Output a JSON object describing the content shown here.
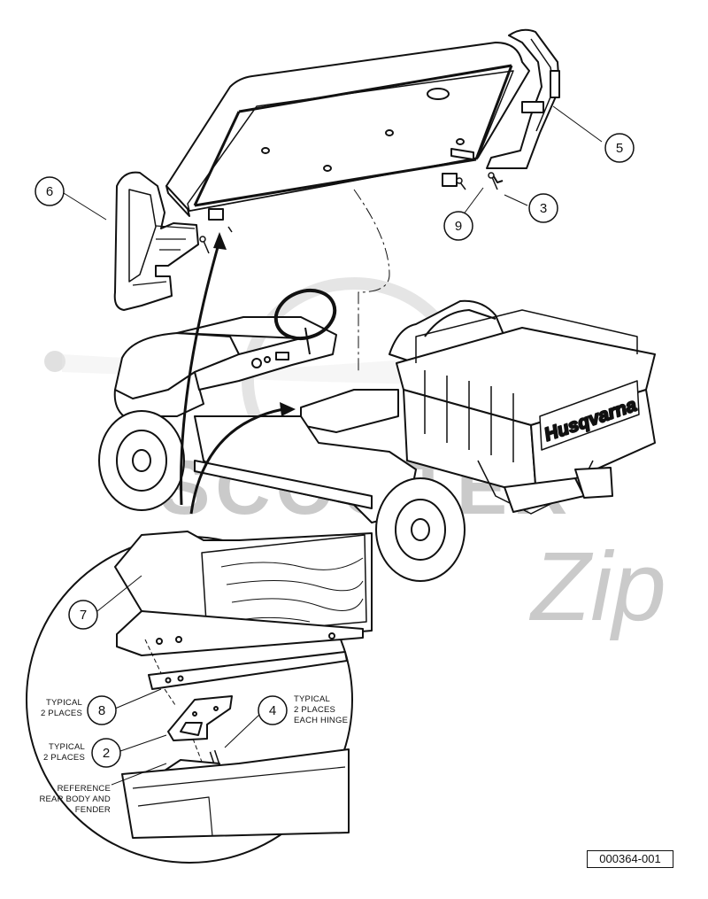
{
  "callouts": {
    "n5": "5",
    "n6": "6",
    "n3": "3",
    "n9": "9",
    "n7": "7",
    "n8": "8",
    "n4": "4",
    "n2": "2"
  },
  "notes": {
    "n8_line1": "TYPICAL",
    "n8_line2": "2 PLACES",
    "n2_line1": "TYPICAL",
    "n2_line2": "2 PLACES",
    "n4_line1": "TYPICAL",
    "n4_line2": "2 PLACES",
    "n4_line3": "EACH HINGE",
    "ref_line1": "REFERENCE",
    "ref_line2": "REAR BODY AND",
    "ref_line3": "FENDER"
  },
  "bed_logo": "Husqvarna",
  "watermark": {
    "line1": "SCOOTER",
    "line2": "Zip"
  },
  "figure_id": "000364-001"
}
